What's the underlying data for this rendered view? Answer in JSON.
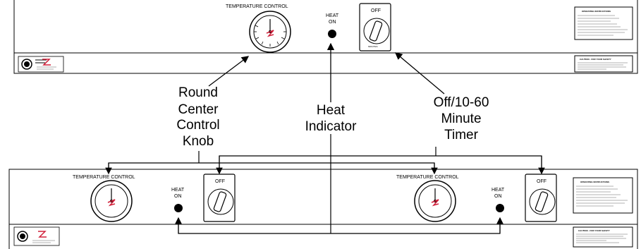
{
  "top_panel": {
    "temperature_label": "TEMPERATURE CONTROL",
    "heat_line1": "HEAT",
    "heat_line2": "ON",
    "timer_off": "OFF",
    "timer_minutes": "MINUTES",
    "instructions_title": "OPERATING INSTRUCTIONS",
    "caution_title": "CAUTION - FOR YOUR SAFETY"
  },
  "callouts": [
    {
      "lines": [
        "Round",
        "Center",
        "Control",
        "Knob"
      ]
    },
    {
      "lines": [
        "Heat",
        "Indicator"
      ]
    },
    {
      "lines": [
        "Off/10-60",
        "Minute",
        "Timer"
      ]
    }
  ],
  "bottom_left": {
    "temperature_label": "TEMPERATURE CONTROL",
    "heat_line1": "HEAT",
    "heat_line2": "ON",
    "timer_off": "OFF"
  },
  "bottom_right": {
    "temperature_label": "TEMPERATURE CONTROL",
    "heat_line1": "HEAT",
    "heat_line2": "ON",
    "timer_off": "OFF",
    "instructions_title": "OPERATING INSTRUCTIONS",
    "caution_title": "CAUTION - FOR YOUR SAFETY"
  },
  "colors": {
    "line": "#000000",
    "accent": "#d0203a"
  }
}
